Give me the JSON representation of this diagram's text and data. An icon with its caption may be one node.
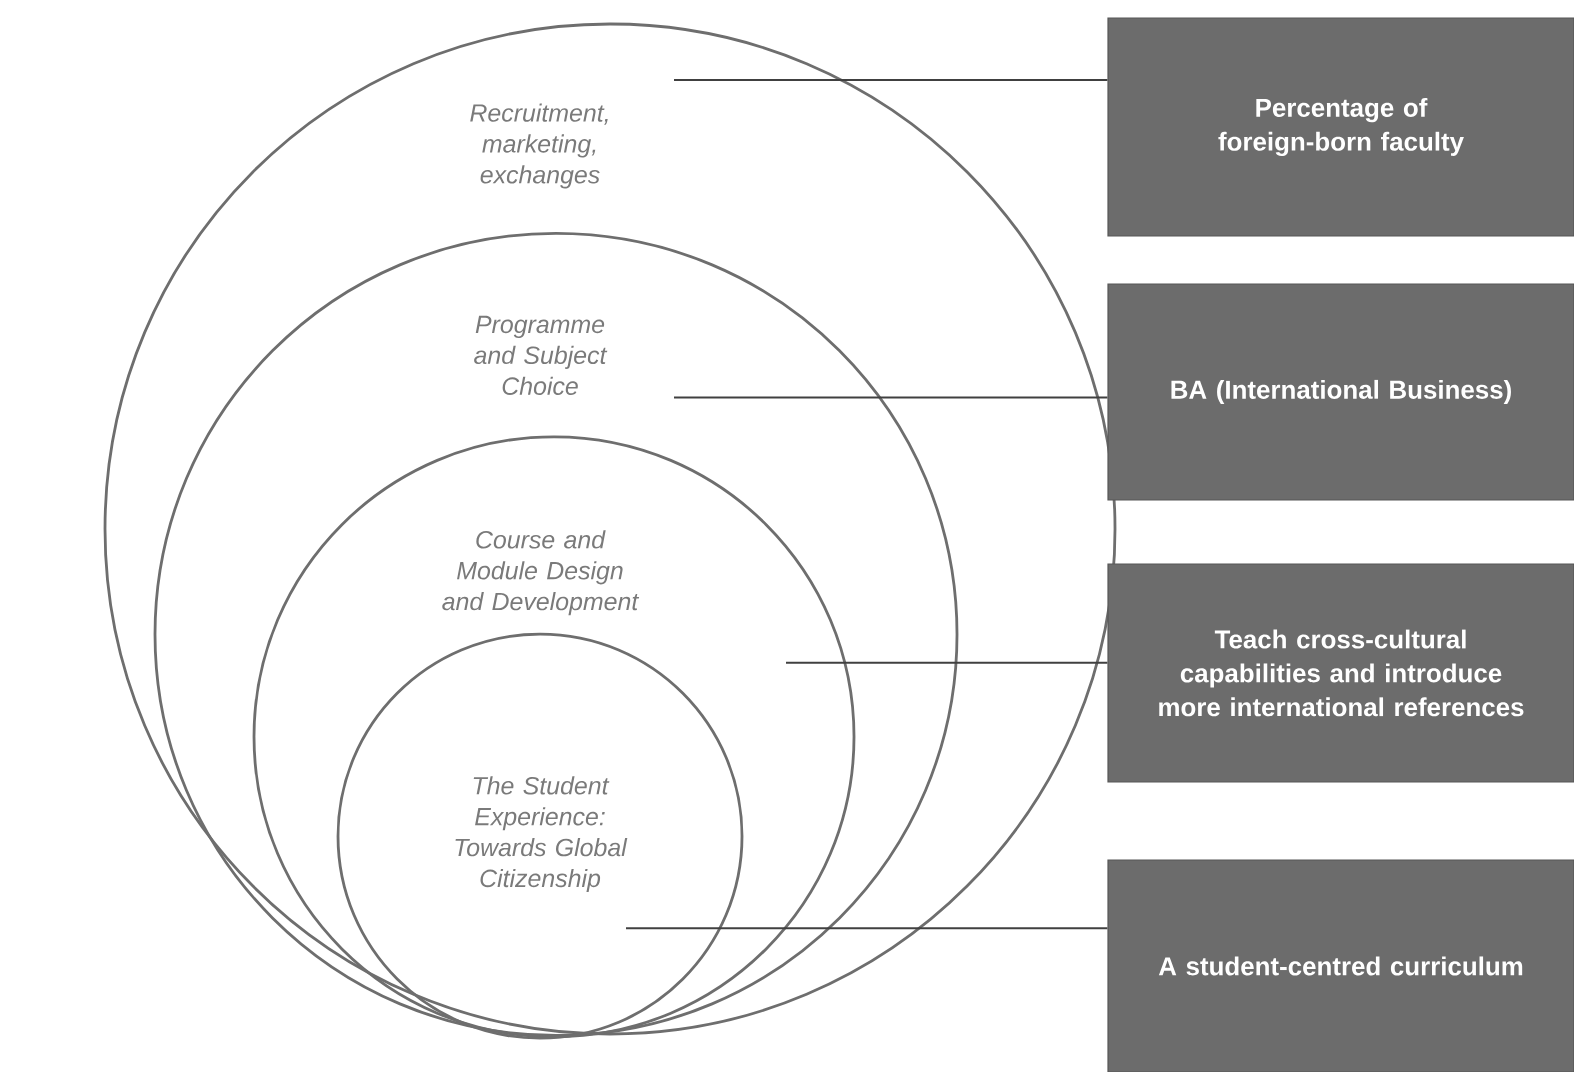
{
  "diagram": {
    "nodes": [
      {
        "text": [
          "Recruitment, marketing, exchanges"
        ]
      },
      {
        "text": [
          "Programme and Subject Choice"
        ],
        "in": 0
      },
      {
        "text": [
          "Course and Module Design and Development"
        ],
        "in": 1
      },
      {
        "text": [
          "The Student Experience: Towards Global Citizenship"
        ],
        "in": 2
      },
      {
        "text": [
          "Percentage of foreign-born faculty"
        ]
      },
      {
        "text": [
          "BA (International Business)"
        ]
      },
      {
        "text": [
          "Teach cross-cultural capabilities and  introduce more international references"
        ]
      },
      {
        "text": [
          "A student-centred curriculum"
        ]
      }
    ],
    "edges": [
      {
        "from": 0,
        "to": 4,
        "arrow": "none"
      },
      {
        "from": 1,
        "to": 5,
        "arrow": "none"
      },
      {
        "from": 2,
        "to": 6,
        "arrow": "none"
      },
      {
        "from": 3,
        "to": 7,
        "arrow": "none"
      }
    ]
  }
}
